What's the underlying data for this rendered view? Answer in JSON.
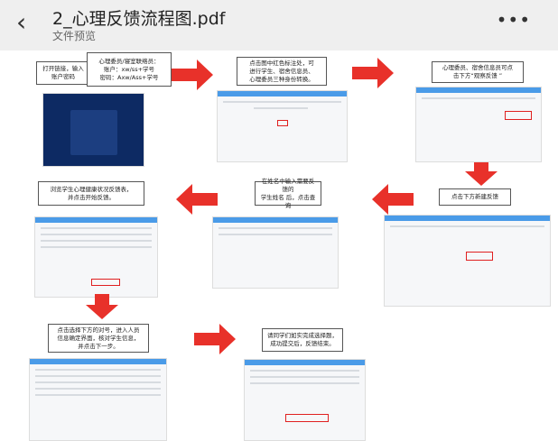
{
  "header": {
    "title": "2_心理反馈流程图.pdf",
    "subtitle": "文件预览",
    "back_icon": "‹",
    "more_icon": "•••"
  },
  "flow": {
    "step1": "打开链接，输入\n账户密码",
    "step2": "心理委员/寝室联络员：\n账户：xw/ss+学号\n密码：Axw/Ass+学号",
    "step3": "点击图中红色标注处，可\n进行学生、宿舍信息员、\n心理委员三种身份转换。",
    "step4": "心理委员、宿舍信息员可点\n击下方“观察反馈 ”",
    "step5": "点击下方新建反馈",
    "step6": "在姓名中输入需要反馈的\n学生姓名 后，点击查询",
    "step7": "浏览学生心理健康状况反馈表，\n并点击开始反馈。",
    "step8": "点击选择下方的对号，进入人员\n信息确定界面，核对学生信息，\n并点击下一步。",
    "step9": "请同学们如实完成选择题，\n成功提交后，反馈结束。"
  },
  "colors": {
    "arrow": "#e8312a",
    "bar": "#4a9be8"
  }
}
